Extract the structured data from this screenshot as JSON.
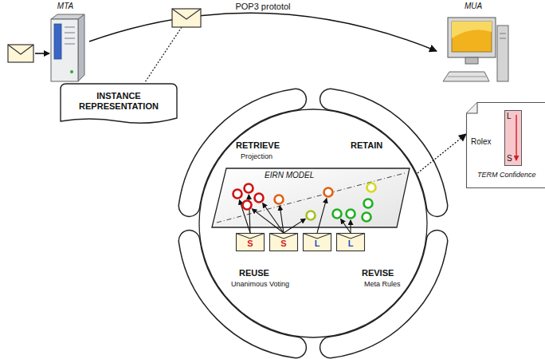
{
  "diagram": {
    "nodes": [
      {
        "text": [
          "MTA"
        ]
      },
      {
        "text": [
          "INSTANCE REPRESENTATION"
        ]
      },
      {
        "text": [
          "MUA"
        ]
      },
      {
        "text": [
          "EIRN MODEL"
        ]
      },
      {
        "text": [
          "S"
        ]
      },
      {
        "text": [
          "S"
        ]
      },
      {
        "text": [
          "L"
        ]
      },
      {
        "text": [
          "L"
        ]
      },
      {
        "text": [
          "Rolex",
          "TERM Confidence"
        ]
      },
      {
        "text": [
          "L",
          "S"
        ],
        "in": 8
      }
    ],
    "edges": [
      {
        "from": 0,
        "to": 2,
        "label": "POP3 prototol",
        "arrow": "to"
      },
      {
        "from": 3,
        "to": 8,
        "arrow": "to"
      }
    ],
    "labels": [
      "RETRIEVE",
      "Projection",
      "RETAIN",
      "REUSE",
      "Unanimous Voting",
      "REVISE",
      "Meta Rules"
    ]
  }
}
